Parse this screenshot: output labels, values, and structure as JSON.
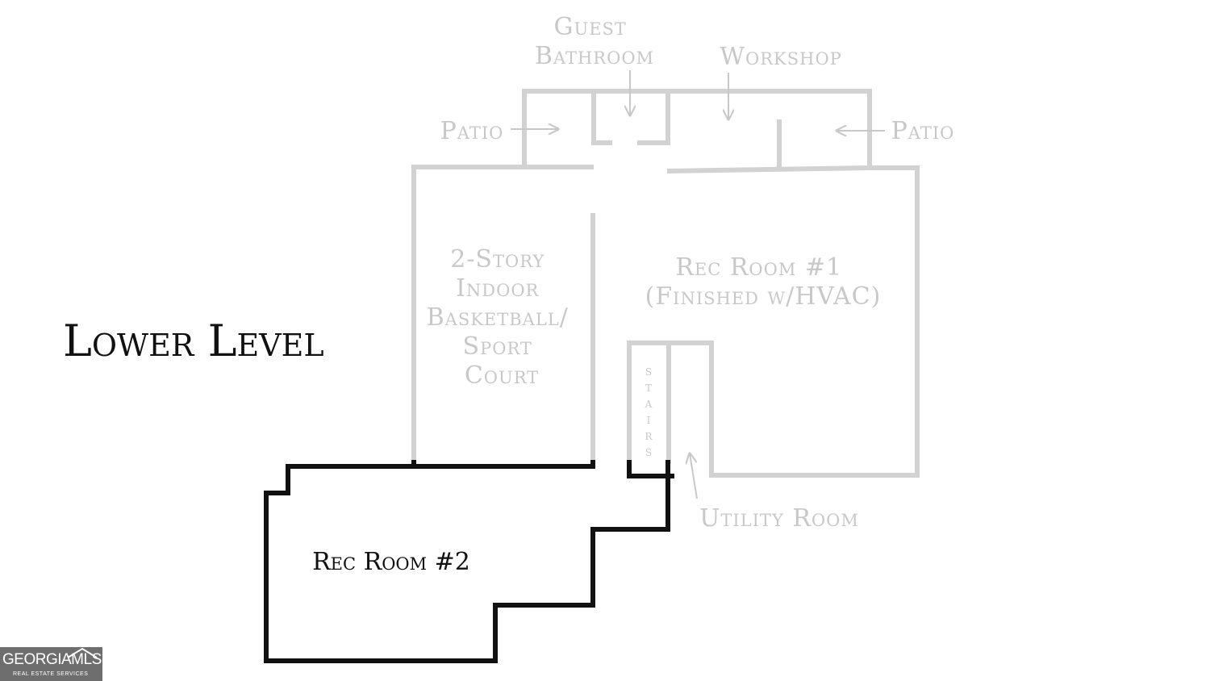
{
  "title": "Lower Level",
  "rooms": {
    "guest_bathroom": [
      "Guest",
      "Bathroom"
    ],
    "workshop": "Workshop",
    "patio_left": "Patio",
    "patio_right": "Patio",
    "sport_court": [
      "2-Story",
      "Indoor",
      "Basketball/",
      "Sport",
      "Court"
    ],
    "rec_room_1": [
      "Rec Room #1",
      "(Finished w/HVAC)"
    ],
    "stairs": [
      "S",
      "T",
      "A",
      "I",
      "R",
      "S"
    ],
    "utility_room": "Utility Room",
    "rec_room_2": "Rec Room #2"
  },
  "colors": {
    "wall_grey": "#d2d2d2",
    "wall_black": "#111111",
    "label_grey": "#c8c8c8",
    "watermark_bg": "#6e6e6e"
  },
  "watermark": {
    "logo": "GEORGIAMLS",
    "tagline": "REAL ESTATE SERVICES"
  }
}
